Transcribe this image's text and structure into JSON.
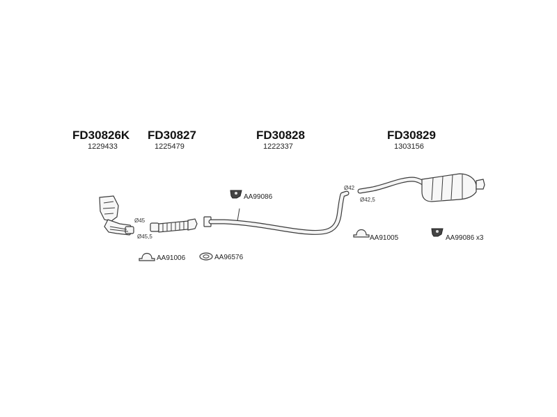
{
  "parts": {
    "p1": {
      "code": "FD30826K",
      "oe": "1229433"
    },
    "p2": {
      "code": "FD30827",
      "oe": "1225479"
    },
    "p3": {
      "code": "FD30828",
      "oe": "1222337"
    },
    "p4": {
      "code": "FD30829",
      "oe": "1303156"
    }
  },
  "accessories": {
    "clamp_a": "AA91006",
    "gasket": "AA96576",
    "mount_mid": "AA99086",
    "clamp_b": "AA91005",
    "mount_rear": "AA99086 x3"
  },
  "diameters": {
    "d45": "Ø45",
    "d455": "Ø45,5",
    "d42": "Ø42",
    "d425": "Ø42,5"
  },
  "icons": {
    "clamp": "u-bolt-clamp-icon",
    "gasket": "gasket-ring-icon",
    "mount": "rubber-mount-icon"
  }
}
